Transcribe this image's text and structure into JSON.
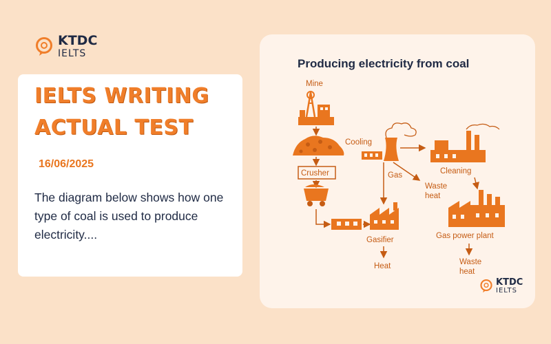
{
  "brand": {
    "name": "KTDC",
    "sub": "IELTS",
    "accent": "#f07e2a",
    "navy": "#1f2a44"
  },
  "card": {
    "title_line1": "IELTS WRITING",
    "title_line2": "ACTUAL TEST",
    "date": "16/06/2025",
    "description": "The diagram below shows how one type of coal is used to produce electricity...."
  },
  "diagram": {
    "title": "Producing electricity from coal",
    "labels": {
      "mine": "Mine",
      "cooling": "Cooling",
      "crusher": "Crusher",
      "gas": "Gas",
      "cleaning": "Cleaning",
      "waste_heat_1a": "Waste",
      "waste_heat_1b": "heat",
      "gasifier": "Gasifier",
      "gas_power_plant": "Gas power plant",
      "heat": "Heat",
      "waste_heat_2a": "Waste",
      "waste_heat_2b": "heat"
    }
  }
}
